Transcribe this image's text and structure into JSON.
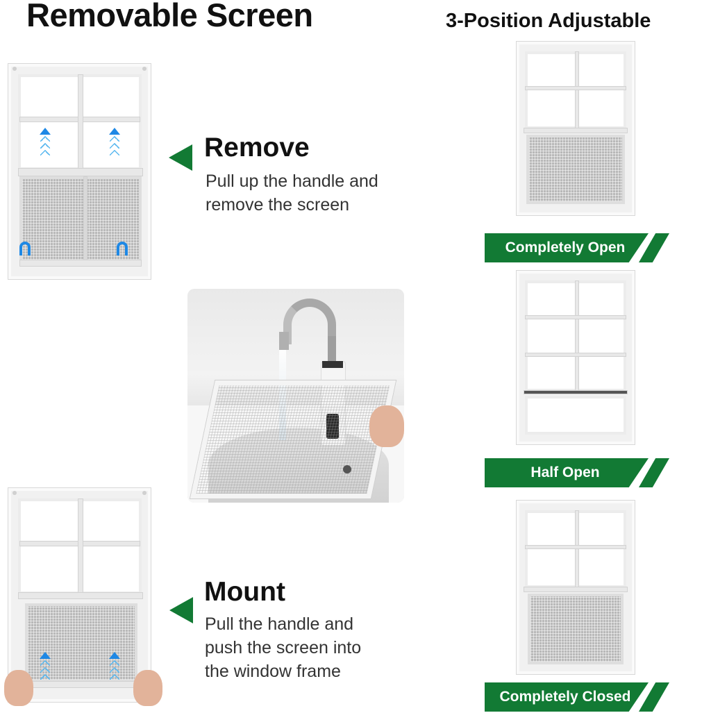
{
  "header": {
    "title": "Removable Screen",
    "side_title": "3-Position Adjustable"
  },
  "steps": {
    "remove": {
      "title": "Remove",
      "line1": "Pull up the handle and",
      "line2": "remove the screen"
    },
    "mount": {
      "title": "Mount",
      "line1": "Pull the handle and",
      "line2": "push the screen into",
      "line3": "the window frame"
    }
  },
  "positions": [
    {
      "label": "Completely Open"
    },
    {
      "label": "Half Open"
    },
    {
      "label": "Completely Closed"
    }
  ],
  "colors": {
    "label_green": "#127a34",
    "arrow_blue": "#1e88e5",
    "text": "#111111"
  },
  "icons": {
    "pointer": "left-triangle",
    "arrows": "up-arrow",
    "handle_arrows": "curved-arrow"
  }
}
